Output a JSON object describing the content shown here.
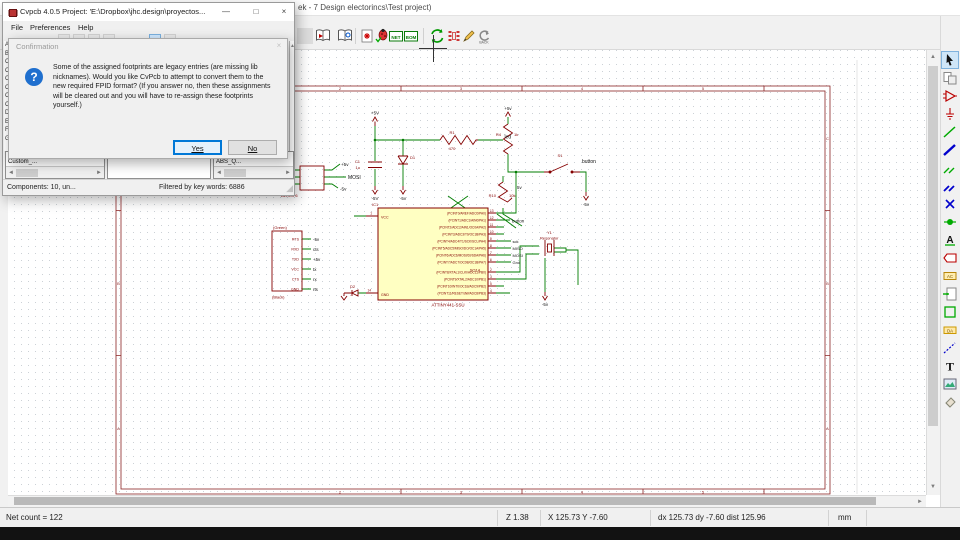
{
  "colors": {
    "wire": "#007d00",
    "symbol": "#840000",
    "sheet": "#8b2323",
    "mcu_fill": "#ffffc2",
    "accent_blue": "#0078d7"
  },
  "main": {
    "title_tail": "ek - 7 Design electorincs\\Test project)",
    "toolbar_icons": {
      "net": "NET",
      "bom": "BOM",
      "back": "BACK"
    },
    "right_tool_glyphs": {
      "label_a": "A",
      "hier_ac": "AC",
      "pin_da": "DA",
      "text_t": "T"
    },
    "statusbar": {
      "net_count": "Net count = 122",
      "zoom": "Z 1.38",
      "pos": "X 125.73  Y -7.60",
      "delta": "dx 125.73  dy -7.60  dist 125.96",
      "units": "mm"
    }
  },
  "cvpcb": {
    "title": "Cvpcb 4.0.5  Project: 'E:\\Dropbox\\jhc.design\\proyectos...",
    "window_controls": {
      "minimize": "—",
      "maximize": "□",
      "close": "×"
    },
    "menu": [
      "File",
      "Preferences",
      "Help"
    ],
    "library_sliver": [
      "A",
      "B",
      "C",
      "C",
      "C",
      "C",
      "C",
      "C",
      "D",
      "E",
      "F",
      "G"
    ],
    "left_pane_item": "Custom_...",
    "right_pane_item": "ABS_Q...",
    "status_left": "Components: 10, un...",
    "status_right": "Filtered by key words: 6886"
  },
  "dialog": {
    "title": "Confirmation",
    "close": "×",
    "lines": [
      "Some of the assigned footprints are legacy entries (are missing lib",
      "nicknames). Would you like CvPcb to attempt to convert them to the",
      "new required FPID format? (If you answer no, then these assignments",
      "will be cleared out and you will have to re-assign these footprints",
      "yourself.)"
    ],
    "yes": "Yes",
    "no": "No"
  },
  "schematic": {
    "zones": {
      "top": [
        "2",
        "3",
        "4",
        "5"
      ],
      "right": [
        "C",
        "B",
        "A"
      ]
    },
    "power": {
      "p5v": "+5v",
      "m5v": "-5v",
      "p5V": "+5V",
      "m5V": "-5V",
      "v5": "5v"
    },
    "nets": {
      "led": "led",
      "button": "button",
      "mosi": "MOSI",
      "miso": "MISO",
      "sck": "sck",
      "gnd": "Gnd"
    },
    "parts": {
      "c1": {
        "ref": "C1",
        "val": "1u"
      },
      "d1": {
        "ref": "D1"
      },
      "d2": {
        "ref": "D2"
      },
      "r1": {
        "ref": "R1",
        "val": "470"
      },
      "r4": {
        "ref": "R4",
        "val": "1k"
      },
      "r10": {
        "ref": "R10",
        "val": "10k"
      },
      "s1": {
        "ref": "S1"
      },
      "y1": {
        "ref": "Y1",
        "val": "Resonator"
      },
      "isp": {
        "ref": "AVRISP6"
      },
      "conn": {
        "top": "(Green)",
        "bottom": "(Black)",
        "pins": [
          "RTS",
          "RXD",
          "TXD",
          "VCC",
          "CTS",
          "GND"
        ],
        "nets": [
          "-5v",
          "cts",
          "+5v",
          "tx",
          "rx",
          "rts"
        ]
      },
      "mcu": {
        "ref": "IC1",
        "value": "ATTINY441-SSU",
        "pkg": "SO14",
        "vcc": "VCC",
        "gnd": "GND",
        "pin1": "1",
        "pin14": "14",
        "right": [
          {
            "n": "13",
            "t": "(PCINT0/AREF/ADC0/PA0)"
          },
          {
            "n": "12",
            "t": "(PCINT1/ADC1/AIN0/PA1)"
          },
          {
            "n": "11",
            "t": "(PCINT2/ADC2/AIN1/OC0A/PA2)"
          },
          {
            "n": "10",
            "t": "(PCINT3/ADC3/T0/OC1B/PA3)"
          },
          {
            "n": "9",
            "t": "(PCINT4/ADC4/T1/SCK/SCL/PA4)"
          },
          {
            "n": "8",
            "t": "(PCINT5/ADC5/MISO/DO/OC1A/PA5)"
          },
          {
            "n": "7",
            "t": "(PCINT6/ADC6/MOSI/DI/SDA/PA6)"
          },
          {
            "n": "6",
            "t": "(PCINT7/ADC7/OC0B/OC1B/PA7)"
          },
          {
            "n": "2",
            "t": "(PCINT8/XTAL1/CLKI/ADC11/PB0)"
          },
          {
            "n": "3",
            "t": "(PCINT9/XTAL2/ADC10/PB1)"
          },
          {
            "n": "5",
            "t": "(PCINT10/INT0/OC1B/ADC9/PB2)"
          },
          {
            "n": "4",
            "t": "(PCINT11/RESET/dW/ADC8/PB3)"
          }
        ]
      }
    }
  }
}
